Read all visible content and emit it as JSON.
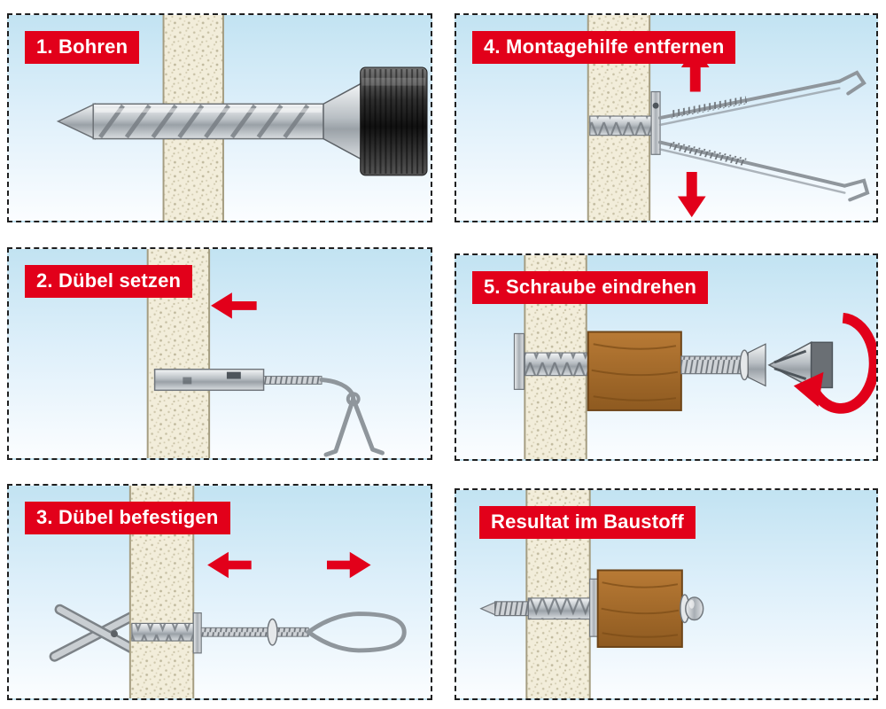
{
  "panels": [
    {
      "label": "1. Bohren"
    },
    {
      "label": "2. Dübel setzen"
    },
    {
      "label": "3. Dübel befestigen"
    },
    {
      "label": "4. Montagehilfe entfernen"
    },
    {
      "label": "5. Schraube eindrehen"
    },
    {
      "label": "Resultat im Baustoff"
    }
  ],
  "colors": {
    "banner_red": "#e2001a",
    "arrow_red": "#e2001a",
    "panel_background_top": "#c2e3f2",
    "panel_background_bottom": "#fbfdff",
    "wall_fill": "#f2edda",
    "wood_brown": "#a9682a",
    "metal_gray": "#b9bfc4",
    "drill_dust_yellow": "#e7cd3a"
  },
  "icons": {
    "arrow_left": "◀",
    "arrow_right": "▶",
    "arrow_up": "▲",
    "arrow_down": "▼",
    "rotate_clockwise": "↻"
  }
}
